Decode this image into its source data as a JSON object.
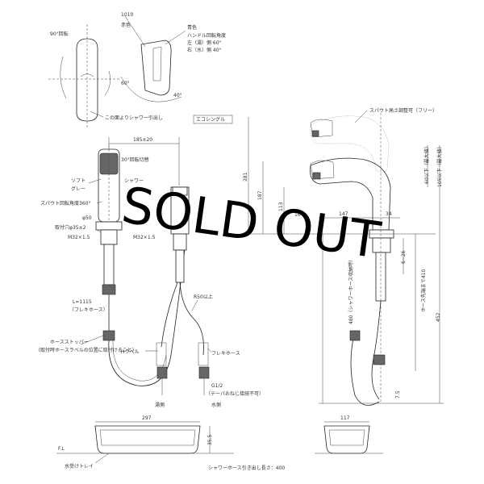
{
  "top_view": {
    "angle_90": "90°回転",
    "red_mark": "1010",
    "red_label": "赤色",
    "blue_label": "青色",
    "handle_angle_title": "ハンドル回転角度",
    "handle_angle_left": "左（湯）側 60°",
    "handle_angle_right": "右（水）側 40°",
    "deg_60": "60°",
    "deg_40": "40°",
    "shower_note": "この面よりシャワー引出し"
  },
  "front_view": {
    "width_dim": "185±20",
    "switch_angle": "30°回転切替",
    "soft": "ソフト",
    "gray": "グレー",
    "shower": "シャワー",
    "spout_angle": "スパウト回転角度360°",
    "dia_50": "φ50",
    "mount_hole": "取付穴φ35±2",
    "thread_left": "M32×1.5",
    "thread_right": "M32×1.5",
    "hose_length": "L=1115",
    "flexible_hose_note": "（フレキホース）",
    "hose_stopper": "ホースストッパー",
    "hose_stopper_note": "（取付時ホースラベルの位置に取付けること）",
    "bend_radius": "R50以上",
    "h_label": "Hラベル",
    "flex_hose": "フレキホース",
    "g12": "G1/2",
    "taper_note": "（テーパおねじ接続不可）",
    "hot_side": "湯側",
    "cold_side": "水側"
  },
  "side_view": {
    "ecosingle": "エコシングル",
    "spout_height_note": "スパウト高さ調整可（フリー）",
    "dim_281": "281",
    "dim_187": "187",
    "dim_113": "113",
    "dim_16deg": "16°",
    "dim_147": "147",
    "dim_34": "34",
    "dim_60max": "60以下（最大値）",
    "dim_105max": "105以下（最大値）",
    "dim_6to26": "6~26",
    "dim_hose_min": "ホース先端まで410",
    "dim_480": "480",
    "dim_452": "452",
    "shower_pull_note": "480（シャワーホース収納時）",
    "dim_7_5": "7.5"
  },
  "tray": {
    "width_297": "297",
    "width_117": "117",
    "height_35_5": "35.5",
    "fl": "F.L",
    "tray_label": "水受けトレイ"
  },
  "footer": {
    "pull_length": "シャワーホース引き出し長さ：400"
  },
  "stamp": {
    "text": "SOLD OUT"
  }
}
